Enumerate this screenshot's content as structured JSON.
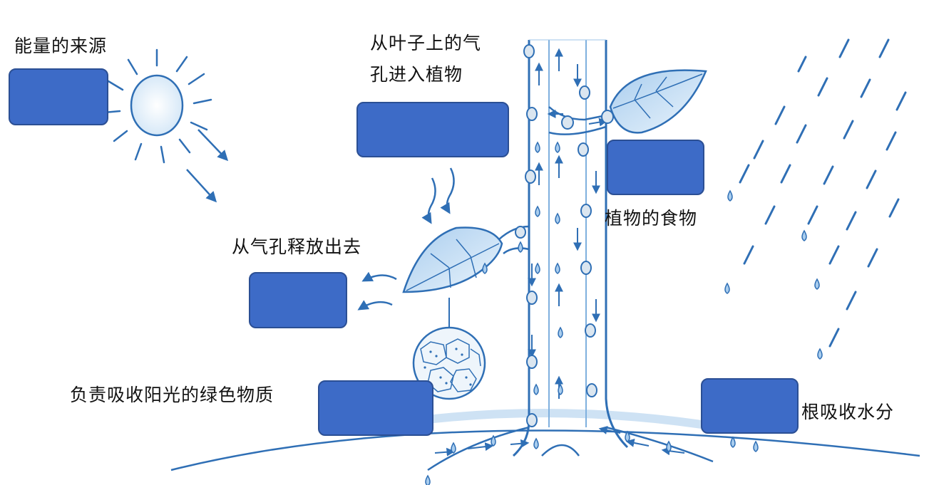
{
  "labels": {
    "energy_source": "能量的来源",
    "stomata_in_line1": "从叶子上的气",
    "stomata_in_line2": "孔进入植物",
    "released_from_stomata": "从气孔释放出去",
    "plant_food": "植物的食物",
    "green_substance": "负责吸收阳光的绿色物质",
    "root_absorbs_water": "根吸收水分"
  },
  "answer_boxes": [
    "energy-source",
    "gas-in",
    "plant-food",
    "gas-out",
    "chlorophyll",
    "water"
  ],
  "colors": {
    "line": "#2f6fb5",
    "light_fill": "#d6e9f8",
    "box_fill": "#3d6bc7",
    "box_border": "#2b4f94",
    "text": "#111111"
  },
  "icons": [
    "sun-icon",
    "leaf-icon",
    "raindrop-icon",
    "cell-icon",
    "arrow-icon"
  ]
}
